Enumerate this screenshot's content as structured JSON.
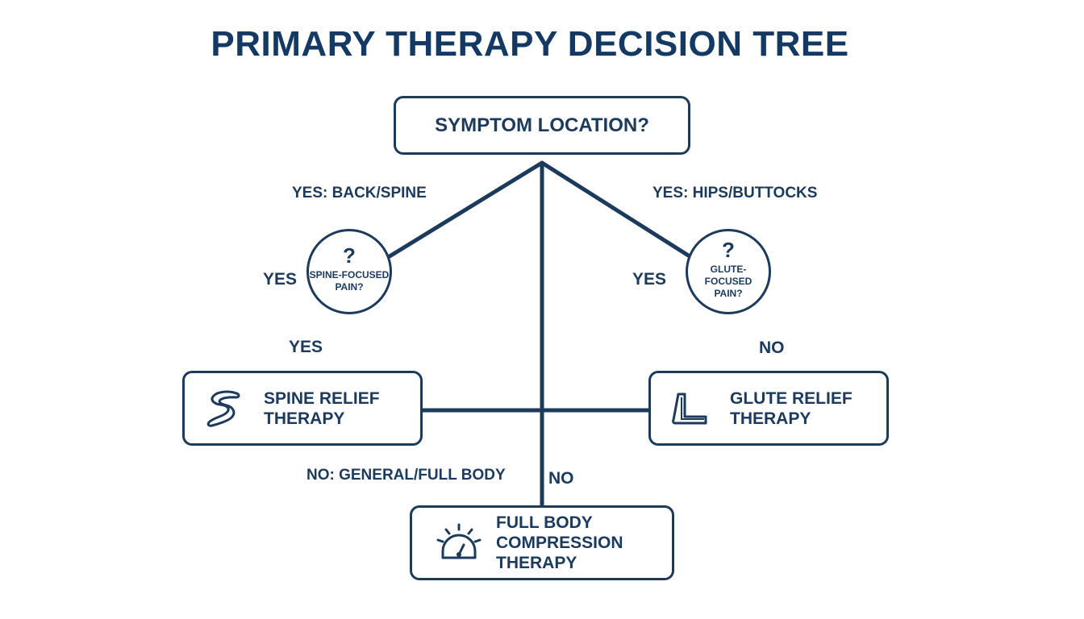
{
  "title": "PRIMARY THERAPY DECISION TREE",
  "colors": {
    "primary": "#1b3a5c",
    "background": "#ffffff"
  },
  "nodes": {
    "root": {
      "label": "SYMPTOM LOCATION?"
    },
    "spine_question": {
      "mark": "?",
      "label_line1": "SPINE-FOCUSED",
      "label_line2": "PAIN?"
    },
    "glute_question": {
      "mark": "?",
      "label_line1": "GLUTE-FOCUSED",
      "label_line2": "PAIN?"
    },
    "spine_therapy": {
      "label_line1": "SPINE RELIEF",
      "label_line2": "THERAPY",
      "icon": "spine-icon"
    },
    "glute_therapy": {
      "label_line1": "GLUTE RELIEF",
      "label_line2": "THERAPY",
      "icon": "seated-posture-icon"
    },
    "full_body_therapy": {
      "label_line1": "FULL BODY",
      "label_line2": "COMPRESSION THERAPY",
      "icon": "pressure-gauge-icon"
    }
  },
  "edge_labels": {
    "back_spine": "YES: BACK/SPINE",
    "hips_buttocks": "YES: HIPS/BUTTOCKS",
    "yes_left": "YES",
    "yes_right": "YES",
    "yes_lower": "YES",
    "no_right": "NO",
    "general_full_body": "NO: GENERAL/FULL BODY",
    "no_center": "NO"
  }
}
